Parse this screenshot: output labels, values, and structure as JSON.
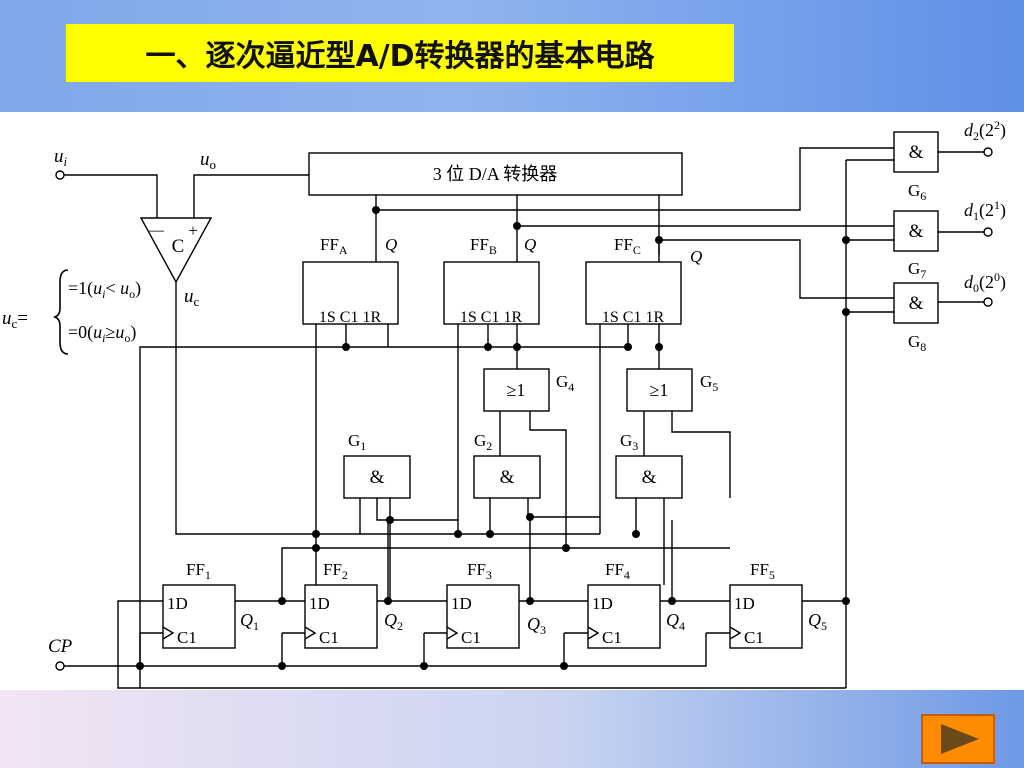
{
  "slide": {
    "title": "一、逐次逼近型A/D转换器的基本电路",
    "next_button_icon": "play-triangle-icon"
  },
  "circuit": {
    "dac_label": "3 位 D/A 转换器",
    "comparator": {
      "label": "C",
      "minus": "—",
      "plus": "+"
    },
    "inputs": {
      "ui": "u",
      "ui_sub": "i",
      "uo": "u",
      "uo_sub": "o",
      "uc": "u",
      "uc_sub": "c",
      "cp": "CP"
    },
    "uc_equation": {
      "lhs": "u",
      "lhs_sub": "c",
      "lhs_eq": "=",
      "line1": [
        "=1(",
        "u",
        "i",
        "< ",
        "u",
        "o",
        ")"
      ],
      "line2": [
        "=0(",
        "u",
        "i",
        "≥",
        "u",
        "o",
        ")"
      ]
    },
    "ff_top": [
      {
        "name": "FF",
        "sub": "A",
        "q": "Q",
        "pins": "1S C1 1R"
      },
      {
        "name": "FF",
        "sub": "B",
        "q": "Q",
        "pins": "1S C1 1R"
      },
      {
        "name": "FF",
        "sub": "C",
        "q": "Q",
        "pins": "1S C1 1R"
      }
    ],
    "or_gates": [
      {
        "symbol": "≥1",
        "name": "G",
        "sub": "4"
      },
      {
        "symbol": "≥1",
        "name": "G",
        "sub": "5"
      }
    ],
    "and_gates_mid": [
      {
        "symbol": "&",
        "name": "G",
        "sub": "1"
      },
      {
        "symbol": "&",
        "name": "G",
        "sub": "2"
      },
      {
        "symbol": "&",
        "name": "G",
        "sub": "3"
      }
    ],
    "and_gates_out": [
      {
        "symbol": "&",
        "name": "G",
        "sub": "6"
      },
      {
        "symbol": "&",
        "name": "G",
        "sub": "7"
      },
      {
        "symbol": "&",
        "name": "G",
        "sub": "8"
      }
    ],
    "outputs": [
      {
        "d": "d",
        "dsub": "2",
        "paren": "(2",
        "exp": "2",
        "close": ")"
      },
      {
        "d": "d",
        "dsub": "1",
        "paren": "(2",
        "exp": "1",
        "close": ")"
      },
      {
        "d": "d",
        "dsub": "0",
        "paren": "(2",
        "exp": "0",
        "close": ")"
      }
    ],
    "ring_ffs": [
      {
        "name": "FF",
        "sub": "1",
        "d": "1D",
        "c": "C1",
        "q": "Q",
        "qsub": "1"
      },
      {
        "name": "FF",
        "sub": "2",
        "d": "1D",
        "c": "C1",
        "q": "Q",
        "qsub": "2"
      },
      {
        "name": "FF",
        "sub": "3",
        "d": "1D",
        "c": "C1",
        "q": "Q",
        "qsub": "3"
      },
      {
        "name": "FF",
        "sub": "4",
        "d": "1D",
        "c": "C1",
        "q": "Q",
        "qsub": "4"
      },
      {
        "name": "FF",
        "sub": "5",
        "d": "1D",
        "c": "C1",
        "q": "Q",
        "qsub": "5"
      }
    ]
  }
}
